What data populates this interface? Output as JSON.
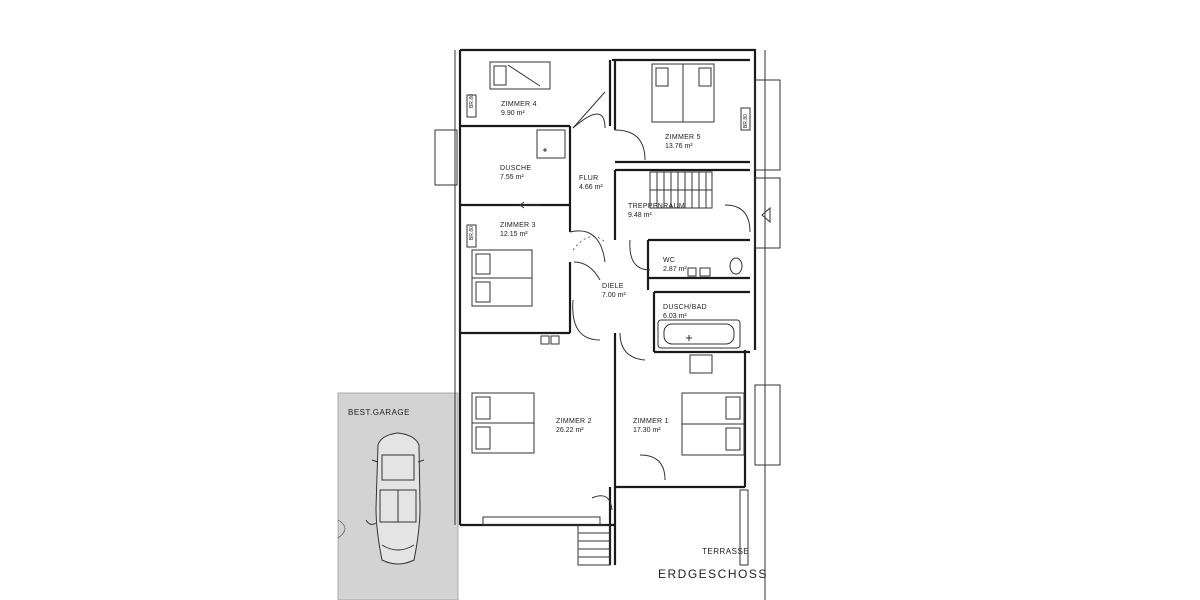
{
  "floor": {
    "title": "ERDGESCHOSS"
  },
  "garage": {
    "label": "BEST.GARAGE"
  },
  "terrace": {
    "label": "TERRASSE"
  },
  "rooms": [
    {
      "name": "ZIMMER 4",
      "area": "9.90 m²"
    },
    {
      "name": "ZIMMER 5",
      "area": "13.76 m²"
    },
    {
      "name": "DUSCHE",
      "area": "7.55 m²"
    },
    {
      "name": "FLUR",
      "area": "4.66 m²"
    },
    {
      "name": "TREPPENRAUM",
      "area": "9.48 m²"
    },
    {
      "name": "ZIMMER 3",
      "area": "12.15 m²"
    },
    {
      "name": "WC",
      "area": "2.87 m²"
    },
    {
      "name": "DIELE",
      "area": "7.00 m²"
    },
    {
      "name": "DUSCH/BAD",
      "area": "6.03 m²"
    },
    {
      "name": "ZIMMER 2",
      "area": "26.22 m²"
    },
    {
      "name": "ZIMMER 1",
      "area": "17.30 m²"
    }
  ],
  "window_tags": [
    "BR.80",
    "BR.80",
    "BR.80"
  ]
}
